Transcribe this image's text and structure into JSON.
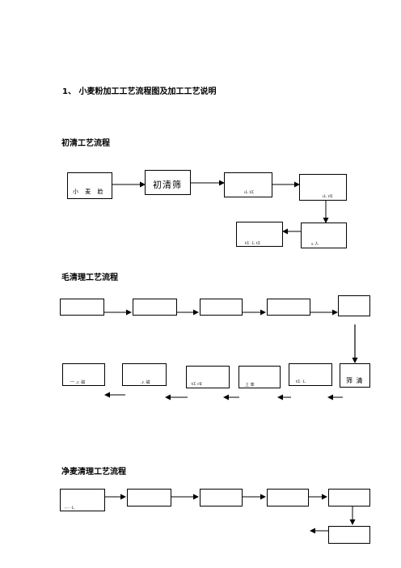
{
  "doc": {
    "title": "1、 小麦粉加工工艺流程图及加工工艺说明",
    "sections": {
      "initial": "初清工艺流程",
      "rough": "毛清理工艺流程",
      "clean": "净麦清理工艺流程"
    }
  },
  "initial_flow": {
    "box1": "小 麦 脸",
    "box2": "初清筛",
    "box3": "ıL ŧΣ",
    "box4": "ıL rⅡ",
    "box5": "s 人",
    "box6": "ŧΣ ·L tΣ"
  },
  "rough_flow": {
    "bottom1": "一 ,r. 磁",
    "bottom2": ",r. 磁",
    "bottom3": "ŧΣ rⅡ",
    "bottom4": "上 率",
    "bottom5": "ŧΣ ·L",
    "bottom6": "筛 清"
  },
  "clean_flow": {
    "box1": "·:·- ·L"
  }
}
